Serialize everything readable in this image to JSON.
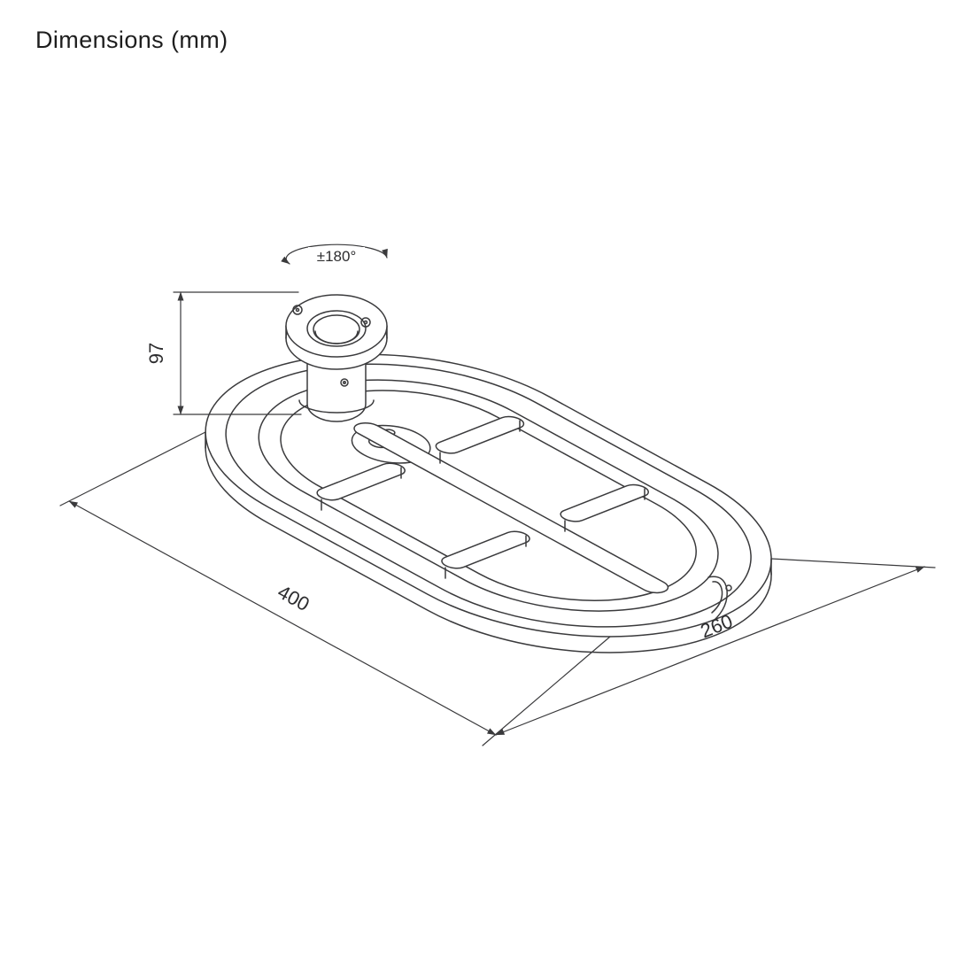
{
  "page": {
    "title": "Dimensions (mm)"
  },
  "drawing": {
    "description": "Isometric technical line drawing of an oval tray with rotatable pole-mount collar, support brackets, center rail and cable clip",
    "line_color": "#3a3a3c",
    "rotation": {
      "label": "±180°"
    },
    "dimensions": {
      "length": "400",
      "width": "260",
      "height": "97"
    },
    "unit": "mm"
  }
}
